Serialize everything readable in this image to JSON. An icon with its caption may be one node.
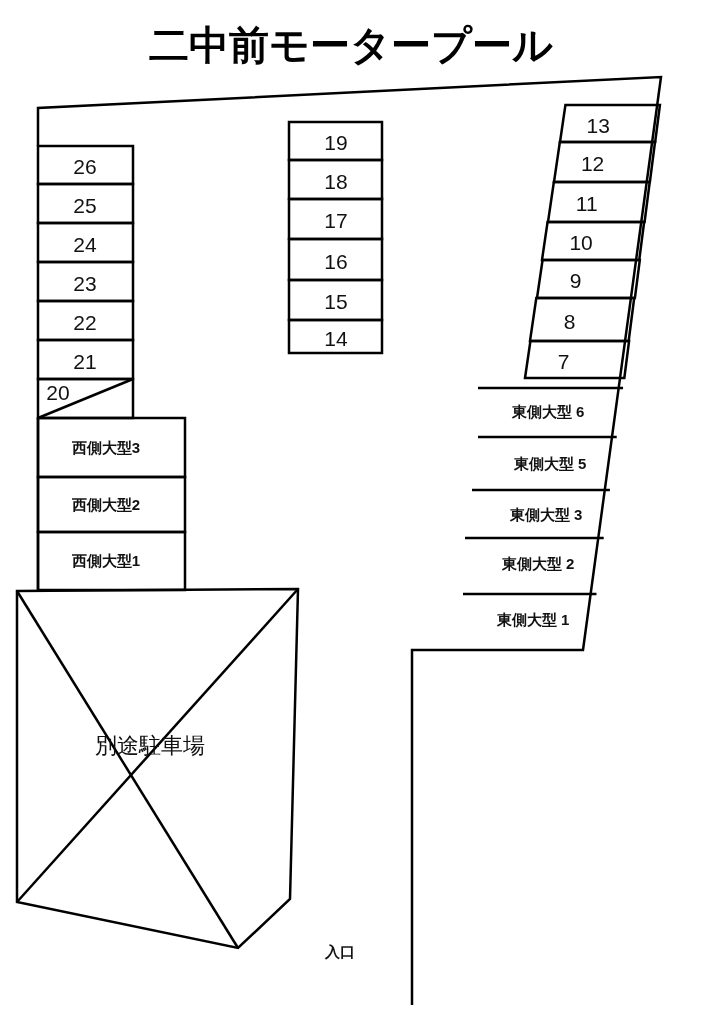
{
  "diagram": {
    "title": "二中前モータープール",
    "nodes": [
      {
        "text": [
          "26"
        ]
      },
      {
        "text": [
          "25"
        ]
      },
      {
        "text": [
          "24"
        ]
      },
      {
        "text": [
          "23"
        ]
      },
      {
        "text": [
          "22"
        ]
      },
      {
        "text": [
          "21"
        ]
      },
      {
        "text": [
          "20"
        ]
      },
      {
        "text": [
          "西側大型3"
        ]
      },
      {
        "text": [
          "西側大型2"
        ]
      },
      {
        "text": [
          "西側大型1"
        ]
      },
      {
        "text": [
          "19"
        ]
      },
      {
        "text": [
          "18"
        ]
      },
      {
        "text": [
          "17"
        ]
      },
      {
        "text": [
          "16"
        ]
      },
      {
        "text": [
          "15"
        ]
      },
      {
        "text": [
          "14"
        ]
      },
      {
        "text": [
          "13"
        ]
      },
      {
        "text": [
          "12"
        ]
      },
      {
        "text": [
          "11"
        ]
      },
      {
        "text": [
          "10"
        ]
      },
      {
        "text": [
          "9"
        ]
      },
      {
        "text": [
          "8"
        ]
      },
      {
        "text": [
          "7"
        ]
      },
      {
        "text": [
          "東側大型 6"
        ]
      },
      {
        "text": [
          "東側大型 5"
        ]
      },
      {
        "text": [
          "東側大型 3"
        ]
      },
      {
        "text": [
          "東側大型 2"
        ]
      },
      {
        "text": [
          "東側大型 1"
        ]
      },
      {
        "text": [
          "別途駐車場"
        ]
      }
    ],
    "labels": [
      "入口"
    ]
  }
}
